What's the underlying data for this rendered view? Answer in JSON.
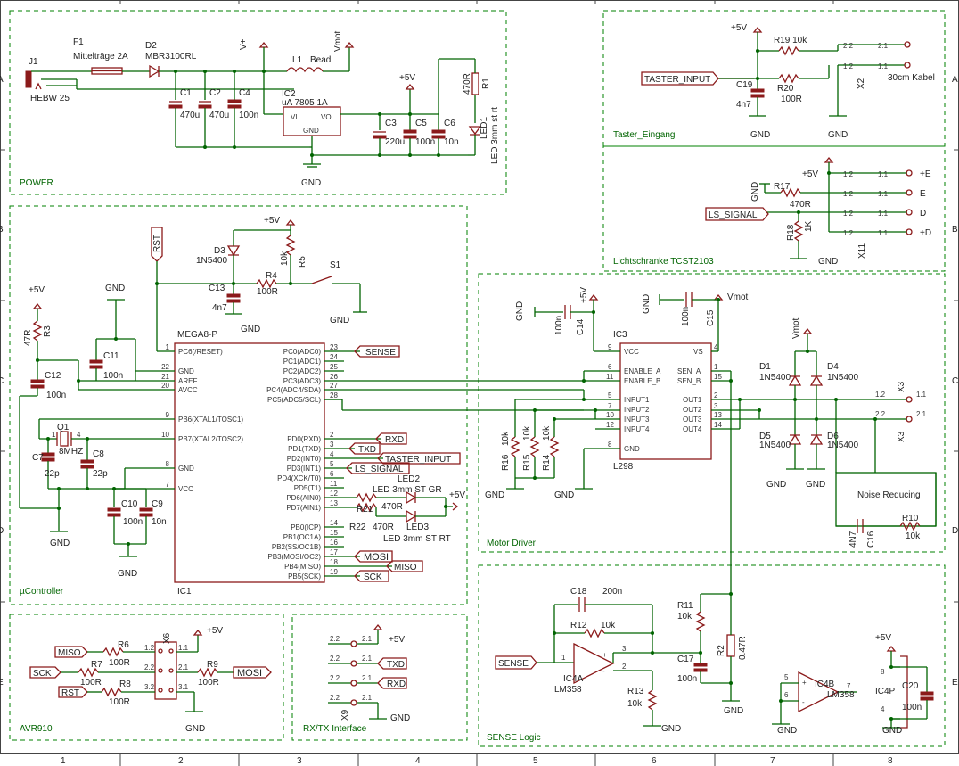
{
  "frame": {
    "cols": [
      "1",
      "2",
      "3",
      "4",
      "5",
      "6",
      "7",
      "8"
    ],
    "rows": [
      "A",
      "B",
      "C",
      "D",
      "E"
    ]
  },
  "sections": {
    "power": "POWER",
    "taster": "Taster_Eingang",
    "lichtschranke": "Lichtschranke TCST2103",
    "uc": "µController",
    "motor": "Motor Driver",
    "avr": "AVR910",
    "rxtx": "RX/TX Interface",
    "sense": "SENSE Logic"
  },
  "power": {
    "j1": "J1",
    "j1type": "HEBW 25",
    "f1": "F1",
    "f1val": "Mittelträge 2A",
    "d2": "D2",
    "d2val": "MBR3100RL",
    "vplus": "V+",
    "l1": "L1",
    "l1val": "Bead",
    "vmot": "Vmot",
    "c1": "C1",
    "c1v": "470u",
    "c2": "C2",
    "c2v": "470u",
    "c4": "C4",
    "c4v": "100n",
    "ic2": "IC2",
    "ic2v": "uA 7805 1A",
    "vi": "VI",
    "vo": "VO",
    "gndpin": "GND",
    "c3": "C3",
    "c3v": "220u",
    "c5": "C5",
    "c5v": "100n",
    "c6": "C6",
    "c6v": "10n",
    "r1": "R1",
    "r1v": "470R",
    "led1": "LED1",
    "led1v": "LED 3mm st rt",
    "p5v": "+5V",
    "gnd": "GND"
  },
  "taster": {
    "p5v": "+5V",
    "r19": "R19 10k",
    "c19": "C19",
    "c19v": "4n7",
    "r20": "R20",
    "r20v": "100R",
    "in": "TASTER_INPUT",
    "x2": "X2",
    "cable": "30cm Kabel",
    "gnd": "GND"
  },
  "ls": {
    "p5v": "+5V",
    "r17": "R17",
    "r17v": "470R",
    "r18": "R18",
    "r18v": "1K",
    "sig": "LS_SIGNAL",
    "e": "E",
    "pe": "+E",
    "d": "D",
    "pd": "+D",
    "x11": "X11",
    "gnd": "GND"
  },
  "uc": {
    "ic1": "IC1",
    "chip": "MEGA8-P",
    "rst": "RST",
    "d3": "D3",
    "d3v": "1N5400",
    "r5": "R5",
    "r5v": "10k",
    "r4": "R4",
    "r4v": "100R",
    "s1": "S1",
    "c13": "C13",
    "c13v": "4n7",
    "c11": "C11",
    "c11v": "100n",
    "c12": "C12",
    "c12v": "100n",
    "r3": "R3",
    "r3v": "47R",
    "q1": "Q1",
    "q1v": "8MHZ",
    "c7": "C7",
    "c7v": "22p",
    "c8": "C8",
    "c8v": "22p",
    "c10": "C10",
    "c10v": "100n",
    "c9": "C9",
    "c9v": "10n",
    "left": [
      [
        "1",
        "PC6(/RESET)"
      ],
      [
        "22",
        "GND"
      ],
      [
        "21",
        "AREF"
      ],
      [
        "20",
        "AVCC"
      ],
      [
        "9",
        "PB6(XTAL1/TOSC1)"
      ],
      [
        "10",
        "PB7(XTAL2/TOSC2)"
      ],
      [
        "8",
        "GND"
      ],
      [
        "7",
        "VCC"
      ]
    ],
    "right": [
      [
        "23",
        "PC0(ADC0)"
      ],
      [
        "24",
        "PC1(ADC1)"
      ],
      [
        "25",
        "PC2(ADC2)"
      ],
      [
        "26",
        "PC3(ADC3)"
      ],
      [
        "27",
        "PC4(ADC4/SDA)"
      ],
      [
        "28",
        "PC5(ADC5/SCL)"
      ],
      [
        "2",
        "PD0(RXD)"
      ],
      [
        "3",
        "PD1(TXD)"
      ],
      [
        "4",
        "PD2(INT0)"
      ],
      [
        "5",
        "PD3(INT1)"
      ],
      [
        "6",
        "PD4(XCK/T0)"
      ],
      [
        "11",
        "PD5(T1)"
      ],
      [
        "12",
        "PD6(AIN0)"
      ],
      [
        "13",
        "PD7(AIN1)"
      ],
      [
        "14",
        "PB0(ICP)"
      ],
      [
        "15",
        "PB1(OC1A)"
      ],
      [
        "16",
        "PB2(SS/OC1B)"
      ],
      [
        "17",
        "PB3(MOSI/OC2)"
      ],
      [
        "18",
        "PB4(MISO)"
      ],
      [
        "19",
        "PB5(SCK)"
      ]
    ],
    "sense": "SENSE",
    "rxd": "RXD",
    "txd": "TXD",
    "taster": "TASTER_INPUT",
    "ls": "LS_SIGNAL",
    "mosi": "MOSI",
    "miso": "MISO",
    "sck": "SCK",
    "led2": "LED2",
    "led2v": "LED 3mm ST GR",
    "r21": "R21",
    "r21v": "470R",
    "r22": "R22",
    "r22v": "470R",
    "led3": "LED3",
    "led3v": "LED 3mm ST RT",
    "p5v": "+5V",
    "gnd": "GND"
  },
  "motor": {
    "ic3": "IC3",
    "chip": "L298",
    "vcc": "VCC",
    "vs": "VS",
    "ena": "ENABLE_A",
    "enb": "ENABLE_B",
    "sena": "SEN_A",
    "senb": "SEN_B",
    "in1": "INPUT1",
    "in2": "INPUT2",
    "in3": "INPUT3",
    "in4": "INPUT4",
    "o1": "OUT1",
    "o2": "OUT2",
    "o3": "OUT3",
    "o4": "OUT4",
    "gnd": "GND",
    "c14": "C14",
    "c14v": "100n",
    "c15": "C15",
    "c15v": "100n",
    "r14": "R14",
    "r15": "R15",
    "r16": "R16",
    "rv": "10k",
    "d1": "D1",
    "d4": "D4",
    "d5": "D5",
    "d6": "D6",
    "dv": "1N5400",
    "x3": "X3",
    "noise": "Noise Reducing",
    "c16": "C16",
    "c16v": "4N7",
    "r10": "R10",
    "r10v": "10k",
    "p5v": "+5V",
    "vmot": "Vmot"
  },
  "avr": {
    "x6": "X6",
    "r6": "R6",
    "r7": "R7",
    "r8": "R8",
    "r9": "R9",
    "rv": "100R",
    "miso": "MISO",
    "sck": "SCK",
    "rst": "RST",
    "mosi": "MOSI",
    "p5v": "+5V",
    "gnd": "GND"
  },
  "rxtx": {
    "p5v": "+5V",
    "txd": "TXD",
    "rxd": "RXD",
    "x9": "X9",
    "gnd": "GND"
  },
  "sense": {
    "c18": "C18",
    "c18v": "200n",
    "r12": "R12",
    "r12v": "10k",
    "ic4a": "IC4A",
    "chip": "LM358",
    "ic4b": "IC4B",
    "ic4p": "IC4P",
    "in": "SENSE",
    "r11": "R11",
    "r11v": "10k",
    "r2": "R2",
    "r2v": "0.47R",
    "c17": "C17",
    "c17v": "100n",
    "r13": "R13",
    "r13v": "10k",
    "c20": "C20",
    "c20v": "100n",
    "p5v": "+5V",
    "gnd": "GND"
  }
}
